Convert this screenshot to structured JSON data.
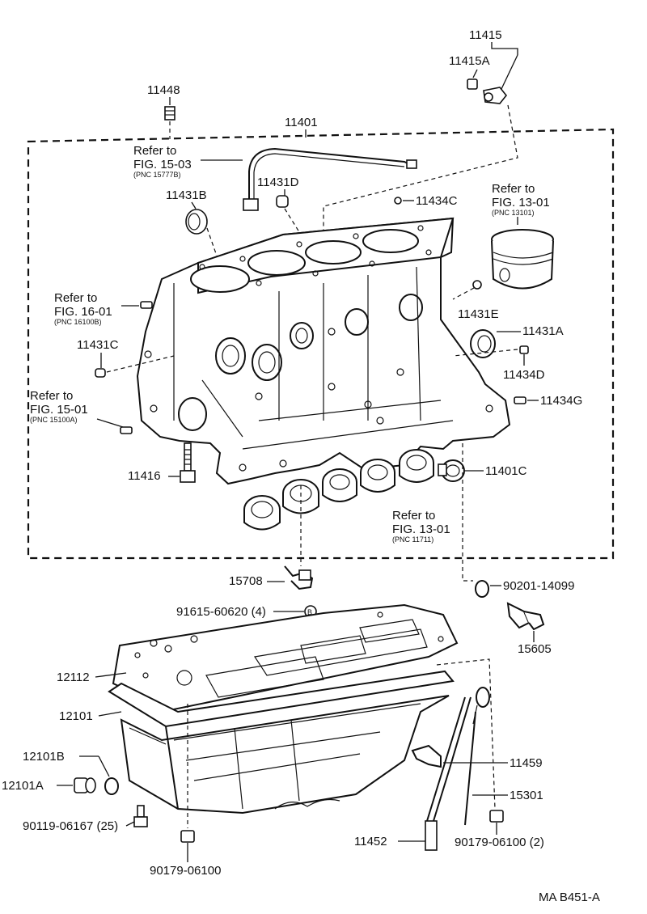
{
  "labels": {
    "p11415": "11415",
    "p11415A": "11415A",
    "p11448": "11448",
    "p11401": "11401",
    "p11431D": "11431D",
    "p11431B": "11431B",
    "p11434C": "11434C",
    "p11431E": "11431E",
    "p11431A": "11431A",
    "p11431C": "11431C",
    "p11434D": "11434D",
    "p11434G": "11434G",
    "p11416": "11416",
    "p11401C": "11401C",
    "p15708": "15708",
    "p90201": "90201-14099",
    "p91615": "91615-60620 (4)",
    "p15605": "15605",
    "p12112": "12112",
    "p12101": "12101",
    "p12101B": "12101B",
    "p12101A": "12101A",
    "p11459": "11459",
    "p15301": "15301",
    "p90119": "90119-06167 (25)",
    "p11452": "11452",
    "p90179_2": "90179-06100 (2)",
    "p90179": "90179-06100",
    "ref_marker": "B"
  },
  "refs": {
    "r1503": {
      "line1": "Refer to",
      "line2": "FIG. 15-03",
      "pnc": "(PNC 15777B)"
    },
    "r1301a": {
      "line1": "Refer to",
      "line2": "FIG. 13-01",
      "pnc": "(PNC 13101)"
    },
    "r1601": {
      "line1": "Refer to",
      "line2": "FIG. 16-01",
      "pnc": "(PNC 16100B)"
    },
    "r1501": {
      "line1": "Refer to",
      "line2": "FIG. 15-01",
      "pnc": "(PNC 15100A)"
    },
    "r1301b": {
      "line1": "Refer to",
      "line2": "FIG. 13-01",
      "pnc": "(PNC 11711)"
    }
  },
  "code": "MA B451-A"
}
